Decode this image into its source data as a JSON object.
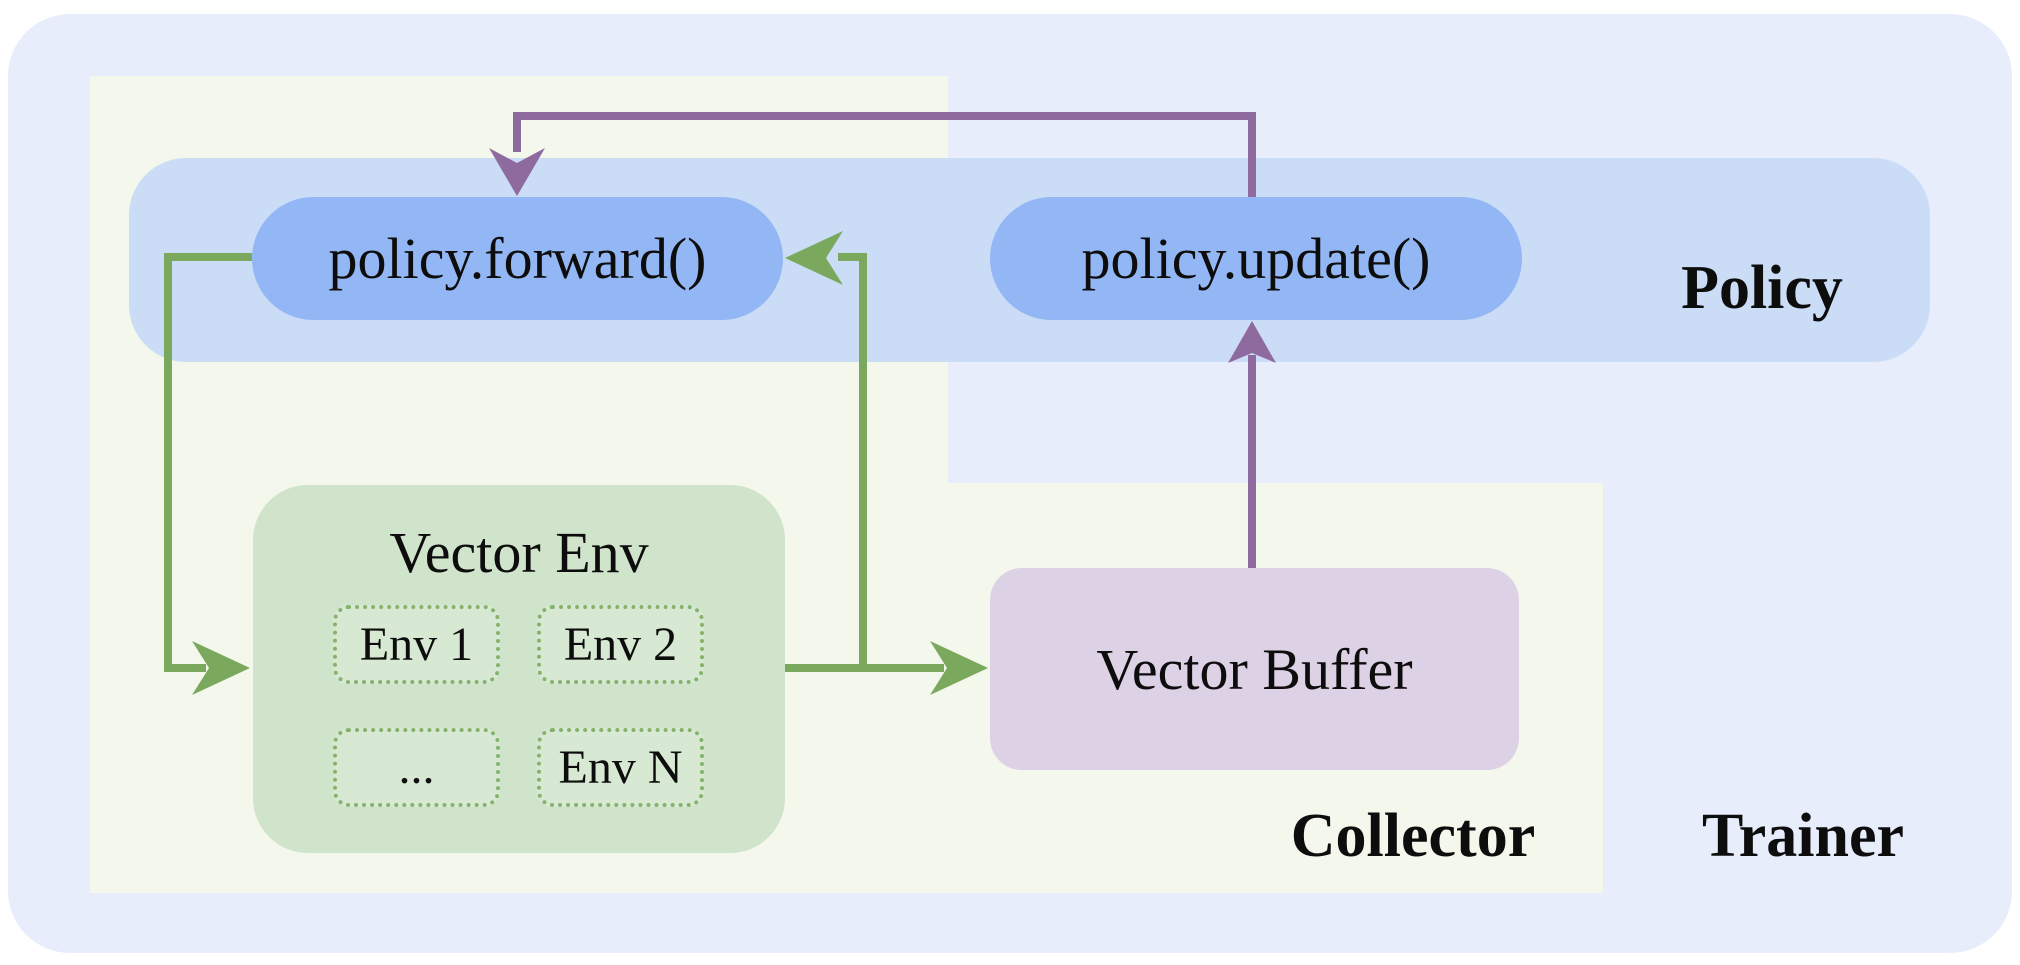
{
  "diagram": {
    "kind": "reinforcement-learning training loop architecture",
    "regions": {
      "policy": {
        "label": "Policy"
      },
      "collector": {
        "label": "Collector"
      },
      "trainer": {
        "label": "Trainer"
      }
    },
    "nodes": {
      "policy_forward": {
        "label": "policy.forward()"
      },
      "policy_update": {
        "label": "policy.update()"
      },
      "vector_env": {
        "title": "Vector Env",
        "cells": [
          {
            "label": "Env 1"
          },
          {
            "label": "Env 2"
          },
          {
            "label": "..."
          },
          {
            "label": "Env N"
          }
        ]
      },
      "vector_buffer": {
        "label": "Vector Buffer"
      }
    },
    "arrows": [
      {
        "name": "forward-to-vector-env",
        "from": "policy_forward",
        "to": "vector_env",
        "color": "green"
      },
      {
        "name": "vector-env-to-buffer-and-forward",
        "from": "vector_env",
        "to": "vector_buffer / policy_forward",
        "color": "green"
      },
      {
        "name": "buffer-to-update",
        "from": "vector_buffer",
        "to": "policy_update",
        "color": "purple"
      },
      {
        "name": "update-to-forward",
        "from": "policy_update",
        "to": "policy_forward",
        "color": "purple"
      }
    ],
    "colors": {
      "page_background": "#ffffff",
      "trainer_region": "#e8edfc",
      "collector_region": "#f4f7ec",
      "policy_band": "#cbdcf7",
      "policy_pill": "#93b7f4",
      "vector_env_box": "#cfe4ca",
      "env_cell_border": "#85b26c",
      "vector_buffer_box": "#ddd1e5",
      "arrow_green": "#7aa85c",
      "arrow_purple": "#8e6a9e",
      "text": "#0d0d0d"
    }
  }
}
